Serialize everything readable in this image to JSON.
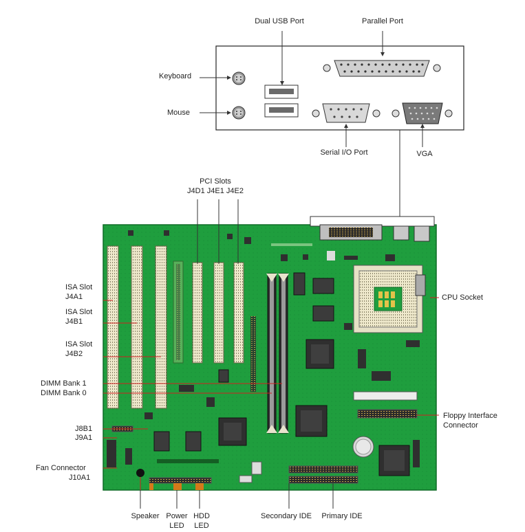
{
  "labels": {
    "dual_usb": "Dual USB Port",
    "parallel": "Parallel Port",
    "keyboard": "Keyboard",
    "mouse": "Mouse",
    "serial": "Serial I/O Port",
    "vga": "VGA",
    "pci_slots": "PCI Slots",
    "pci_ids": "J4D1 J4E1 J4E2",
    "isa1_a": "ISA Slot",
    "isa1_b": "J4A1",
    "isa2_a": "ISA Slot",
    "isa2_b": "J4B1",
    "isa3_a": "ISA Slot",
    "isa3_b": "J4B2",
    "dimm1": "DIMM Bank 1",
    "dimm0": "DIMM Bank 0",
    "j8b1": "J8B1",
    "j9a1": "J9A1",
    "fan_a": "Fan Connector",
    "fan_b": "J10A1",
    "speaker": "Speaker",
    "power_a": "Power",
    "power_b": "LED",
    "hdd_a": "HDD",
    "hdd_b": "LED",
    "secondary_ide": "Secondary IDE",
    "primary_ide": "Primary IDE",
    "cpu_socket": "CPU Socket",
    "floppy_a": "Floppy Interface",
    "floppy_b": "Connector"
  },
  "colors": {
    "board": "#1f9e3e",
    "board_dark": "#167a2e",
    "slot_isa": "#e9e3c4",
    "slot_pci": "#f4efd4",
    "connector": "#bcbcbc",
    "chip": "#3b3b3b",
    "leader": "#d02020",
    "line": "#333333"
  },
  "icons": [
    "ps2-port-icon",
    "usb-port-icon",
    "db25-port-icon",
    "db9-port-icon",
    "vga-port-icon",
    "cpu-socket-icon",
    "chip-icon",
    "battery-icon"
  ]
}
